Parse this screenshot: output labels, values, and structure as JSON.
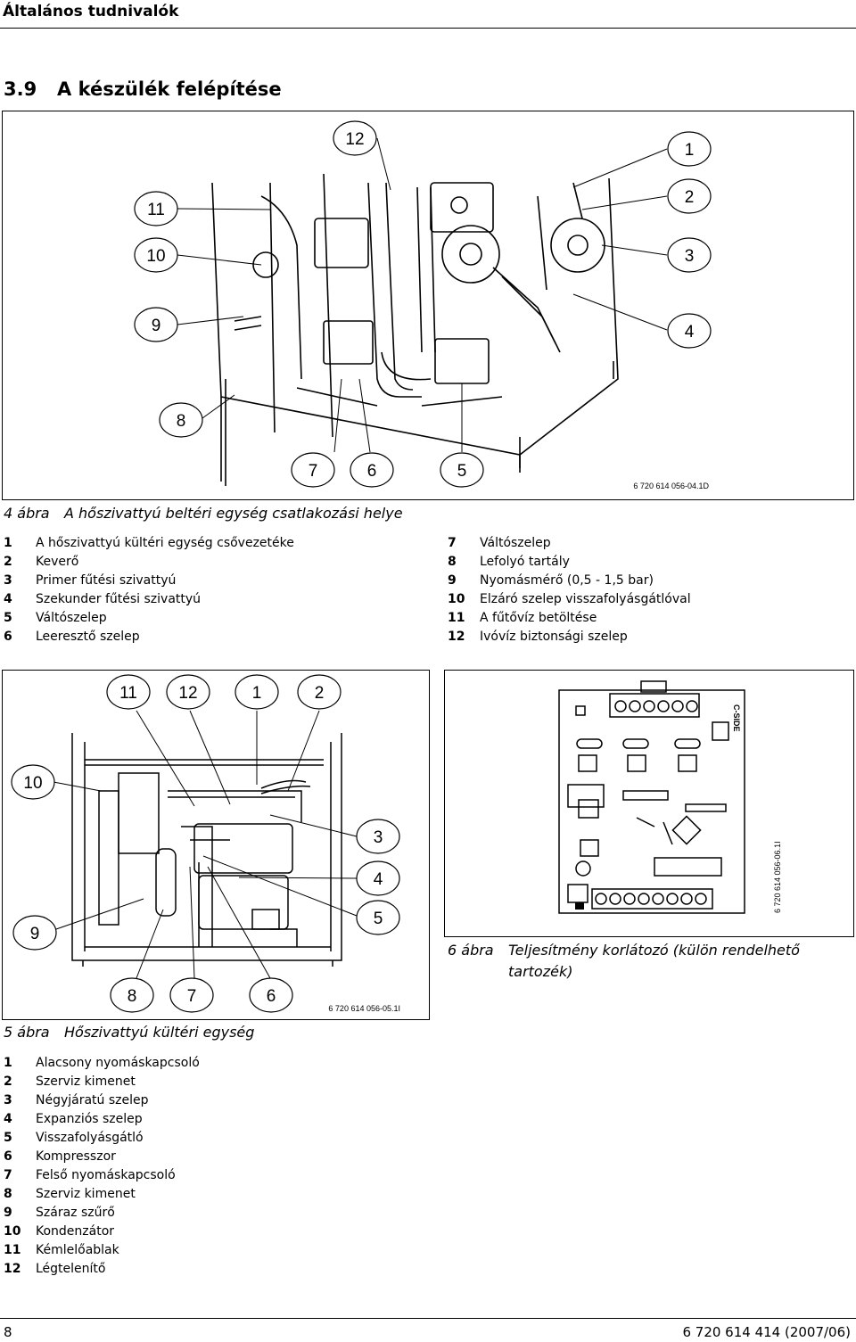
{
  "header": {
    "title": "Általános tudnivalók"
  },
  "section": {
    "number": "3.9",
    "title": "A készülék felépítése"
  },
  "figure4": {
    "callouts": [
      "12",
      "11",
      "10",
      "9",
      "8",
      "7",
      "6",
      "5",
      "1",
      "2",
      "3",
      "4"
    ],
    "code": "6 720 614 056-04.1D",
    "caption_label": "4 ábra",
    "caption_text": "A hőszivattyú beltéri egység csatlakozási helye"
  },
  "legend4": [
    {
      "n": "1",
      "t": "A hőszivattyú kültéri egység csővezetéke"
    },
    {
      "n": "2",
      "t": "Keverő"
    },
    {
      "n": "3",
      "t": "Primer fűtési szivattyú"
    },
    {
      "n": "4",
      "t": "Szekunder fűtési szivattyú"
    },
    {
      "n": "5",
      "t": "Váltószelep"
    },
    {
      "n": "6",
      "t": "Leeresztő szelep"
    },
    {
      "n": "7",
      "t": "Váltószelep"
    },
    {
      "n": "8",
      "t": "Lefolyó tartály"
    },
    {
      "n": "9",
      "t": "Nyomásmérő (0,5 - 1,5 bar)"
    },
    {
      "n": "10",
      "t": "Elzáró szelep visszafolyásgátlóval"
    },
    {
      "n": "11",
      "t": "A fűtővíz betöltése"
    },
    {
      "n": "12",
      "t": "Ivóvíz biztonsági szelep"
    }
  ],
  "figure5": {
    "callouts": [
      "11",
      "12",
      "1",
      "2",
      "10",
      "3",
      "4",
      "9",
      "5",
      "8",
      "7",
      "6"
    ],
    "code": "6 720 614 056-05.1I",
    "caption_label": "5 ábra",
    "caption_text": "Hőszivattyú kültéri egység"
  },
  "figure6": {
    "side_label": "C-SIDE",
    "code": "6 720 614 056-06.1I",
    "caption_label": "6 ábra",
    "caption_text1": "Teljesítmény korlátozó (külön rendelhető",
    "caption_text2": "tartozék)"
  },
  "legend5": [
    {
      "n": "1",
      "t": "Alacsony nyomáskapcsoló"
    },
    {
      "n": "2",
      "t": "Szerviz kimenet"
    },
    {
      "n": "3",
      "t": "Négyjáratú szelep"
    },
    {
      "n": "4",
      "t": "Expanziós szelep"
    },
    {
      "n": "5",
      "t": "Visszafolyásgátló"
    },
    {
      "n": "6",
      "t": "Kompresszor"
    },
    {
      "n": "7",
      "t": "Felső nyomáskapcsoló"
    },
    {
      "n": "8",
      "t": "Szerviz kimenet"
    },
    {
      "n": "9",
      "t": "Száraz szűrő"
    },
    {
      "n": "10",
      "t": "Kondenzátor"
    },
    {
      "n": "11",
      "t": "Kémlelőablak"
    },
    {
      "n": "12",
      "t": "Légtelenítő"
    }
  ],
  "footer": {
    "page": "8",
    "docnum": "6 720 614 414 (2007/06)"
  }
}
